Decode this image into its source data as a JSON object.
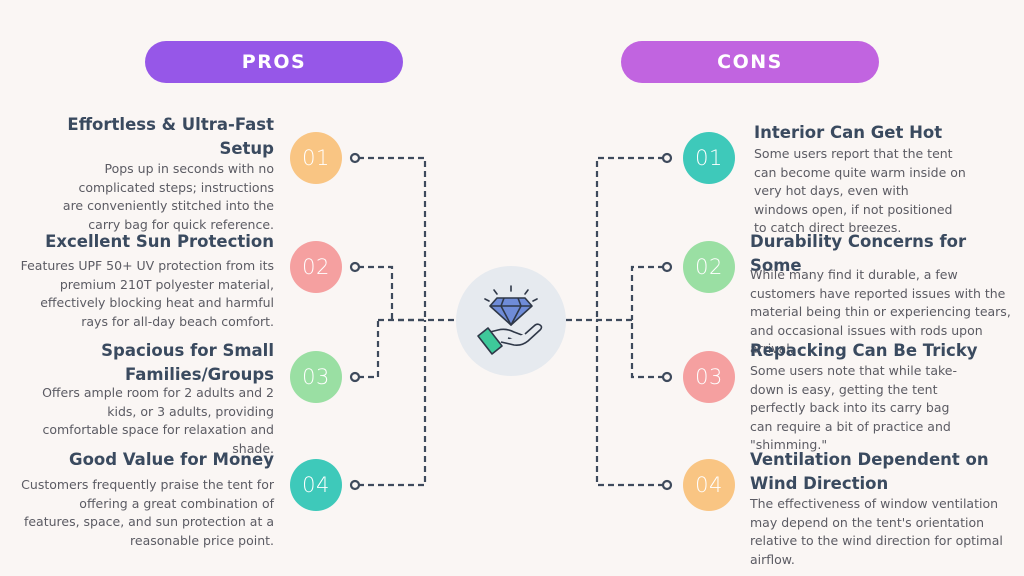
{
  "pros": {
    "label": "PROS",
    "color": "#9657e8",
    "items": [
      {
        "num": "01",
        "color": "#f9c583",
        "title": "Effortless & Ultra-Fast Setup",
        "desc": "Pops up in seconds with no complicated steps; instructions are conveniently stitched into the carry bag for quick reference."
      },
      {
        "num": "02",
        "color": "#f5a0a0",
        "title": "Excellent Sun Protection",
        "desc": "Features UPF 50+ UV protection from its premium 210T polyester material, effectively blocking heat and harmful rays for all-day beach comfort."
      },
      {
        "num": "03",
        "color": "#9adfa3",
        "title": "Spacious for Small Families/Groups",
        "desc": "Offers ample room for 2 adults and 2 kids, or 3 adults, providing comfortable space for relaxation and shade."
      },
      {
        "num": "04",
        "color": "#3ec9ba",
        "title": "Good Value for Money",
        "desc": "Customers frequently praise the tent for offering a great combination of features, space, and sun protection at a reasonable price point."
      }
    ]
  },
  "cons": {
    "label": "CONS",
    "color": "#c164e0",
    "items": [
      {
        "num": "01",
        "color": "#3ec9ba",
        "title": "Interior Can Get Hot",
        "desc": "Some users report that the tent can become quite warm inside on very hot days, even with windows open, if not positioned to catch direct breezes."
      },
      {
        "num": "02",
        "color": "#9adfa3",
        "title": "Durability Concerns for Some",
        "desc": "While many find it durable, a few customers have reported issues with the material being thin or experiencing tears, and occasional issues with rods upon arrival."
      },
      {
        "num": "03",
        "color": "#f5a0a0",
        "title": "Repacking Can Be Tricky",
        "desc": "Some users note that while take-down is easy, getting the tent perfectly back into its carry bag can require a bit of practice and \"shimming.\""
      },
      {
        "num": "04",
        "color": "#f9c583",
        "title": "Ventilation Dependent on Wind Direction",
        "desc": "The effectiveness of window ventilation may depend on the tent's orientation relative to the wind direction for optimal airflow."
      }
    ]
  },
  "hub": {
    "icon": "diamond-hand-icon",
    "bg": "#e6eaef"
  },
  "connector_color": "#3e4a5c"
}
